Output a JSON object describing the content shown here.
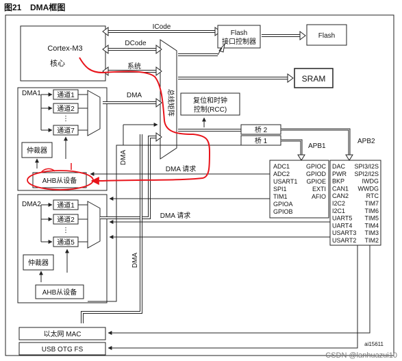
{
  "figure": {
    "number": "图21",
    "title": "DMA框图"
  },
  "blocks": {
    "cortex": {
      "line1": "Cortex-M3",
      "line2": "核心"
    },
    "flash_ctrl": {
      "line1": "Flash",
      "line2": "接口控制器"
    },
    "flash": "Flash",
    "sram": "SRAM",
    "rcc": {
      "line1": "复位和时钟",
      "line2": "控制(RCC)"
    },
    "bus_matrix": "总线矩阵",
    "bridge2": "桥 2",
    "bridge1": "桥 1",
    "ethernet": "以太网 MAC",
    "usb": "USB OTG FS"
  },
  "buses": {
    "icode": "ICode",
    "dcode": "DCode",
    "system": "系统",
    "dma_bus": "DMA",
    "dma_vertical": "DMA",
    "apb1": "APB1",
    "apb2": "APB2",
    "dma_request": "DMA 请求"
  },
  "dma1": {
    "label": "DMA1",
    "channels": [
      "通道1",
      "通道2",
      "通道7"
    ],
    "ellipsis": "⋮",
    "arbiter": "仲裁器",
    "ahb_slave": "AHB从设备"
  },
  "dma2": {
    "label": "DMA2",
    "channels": [
      "通道1",
      "通道2",
      "通道5"
    ],
    "ellipsis": "⋮",
    "arbiter": "仲裁器",
    "ahb_slave": "AHB从设备"
  },
  "apb1_periph": {
    "col1": [
      "ADC1",
      "ADC2",
      "USART1",
      "SPI1",
      "TIM1",
      "GPIOA",
      "GPIOB"
    ],
    "col2": [
      "GPIOC",
      "GPIOD",
      "GPIOE",
      "EXTI",
      "AFIO"
    ]
  },
  "apb2_periph": {
    "col1": [
      "DAC",
      "PWR",
      "BKP",
      "CAN1",
      "CAN2",
      "I2C2",
      "I2C1",
      "UART5",
      "UART4",
      "USART3",
      "USART2"
    ],
    "col2": [
      "SPI3/I2S",
      "SPI2/I2S",
      "IWDG",
      "WWDG",
      "RTC",
      "TIM7",
      "TIM6",
      "TIM5",
      "TIM4",
      "TIM3",
      "TIM2"
    ]
  },
  "doc_id": "ai15611",
  "watermark": "CSDN @lanhuazui10",
  "colors": {
    "line": "#222222",
    "annotation": "#e8141b",
    "background": "#ffffff"
  }
}
